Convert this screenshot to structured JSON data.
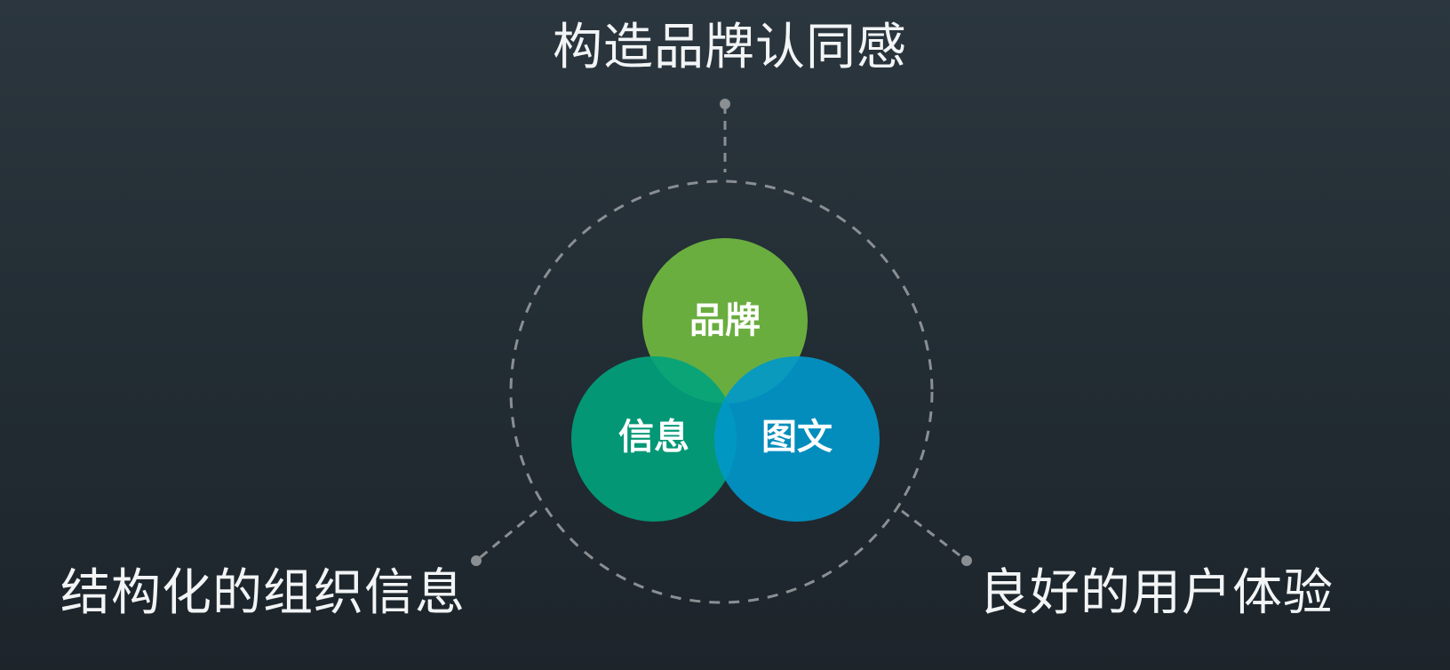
{
  "captions": {
    "top": "构造品牌认同感",
    "left": "结构化的组织信息",
    "right": "良好的用户体验"
  },
  "circles": {
    "brand": {
      "label": "品牌",
      "color": "#6db33f"
    },
    "info": {
      "label": "信息",
      "color": "#00a37d"
    },
    "graphic": {
      "label": "图文",
      "color": "#0098cc"
    }
  },
  "colors": {
    "dashed_line": "#8a8f93",
    "caption_text": "#f2f4f5"
  }
}
